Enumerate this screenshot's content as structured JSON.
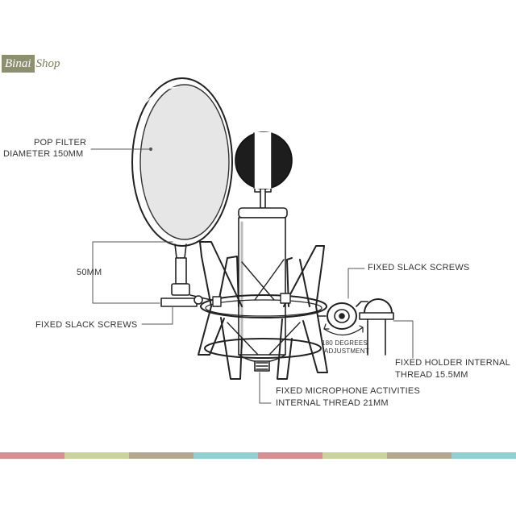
{
  "logo": {
    "part1": "Binai",
    "part2": "Shop"
  },
  "labels": {
    "pop_filter_line1": "POP FILTER",
    "pop_filter_line2": "DIAMETER 150MM",
    "gap_50mm": "50MM",
    "fixed_slack_left": "FIXED SLACK SCREWS",
    "fixed_slack_right": "FIXED SLACK SCREWS",
    "degrees_line1": "180 DEGREES",
    "degrees_line2": "ADJUSTMENT",
    "holder_line1": "FIXED HOLDER INTERNAL",
    "holder_line2": "THREAD 15.5MM",
    "mic_line1": "FIXED MICROPHONE ACTIVITIES",
    "mic_line2": "INTERNAL THREAD 21MM"
  },
  "stripe_colors": [
    "#d98f8f",
    "#c9d39a",
    "#b3a88c",
    "#8fd0d4",
    "#d98f8f",
    "#c9d39a",
    "#b3a88c",
    "#8fd0d4"
  ]
}
